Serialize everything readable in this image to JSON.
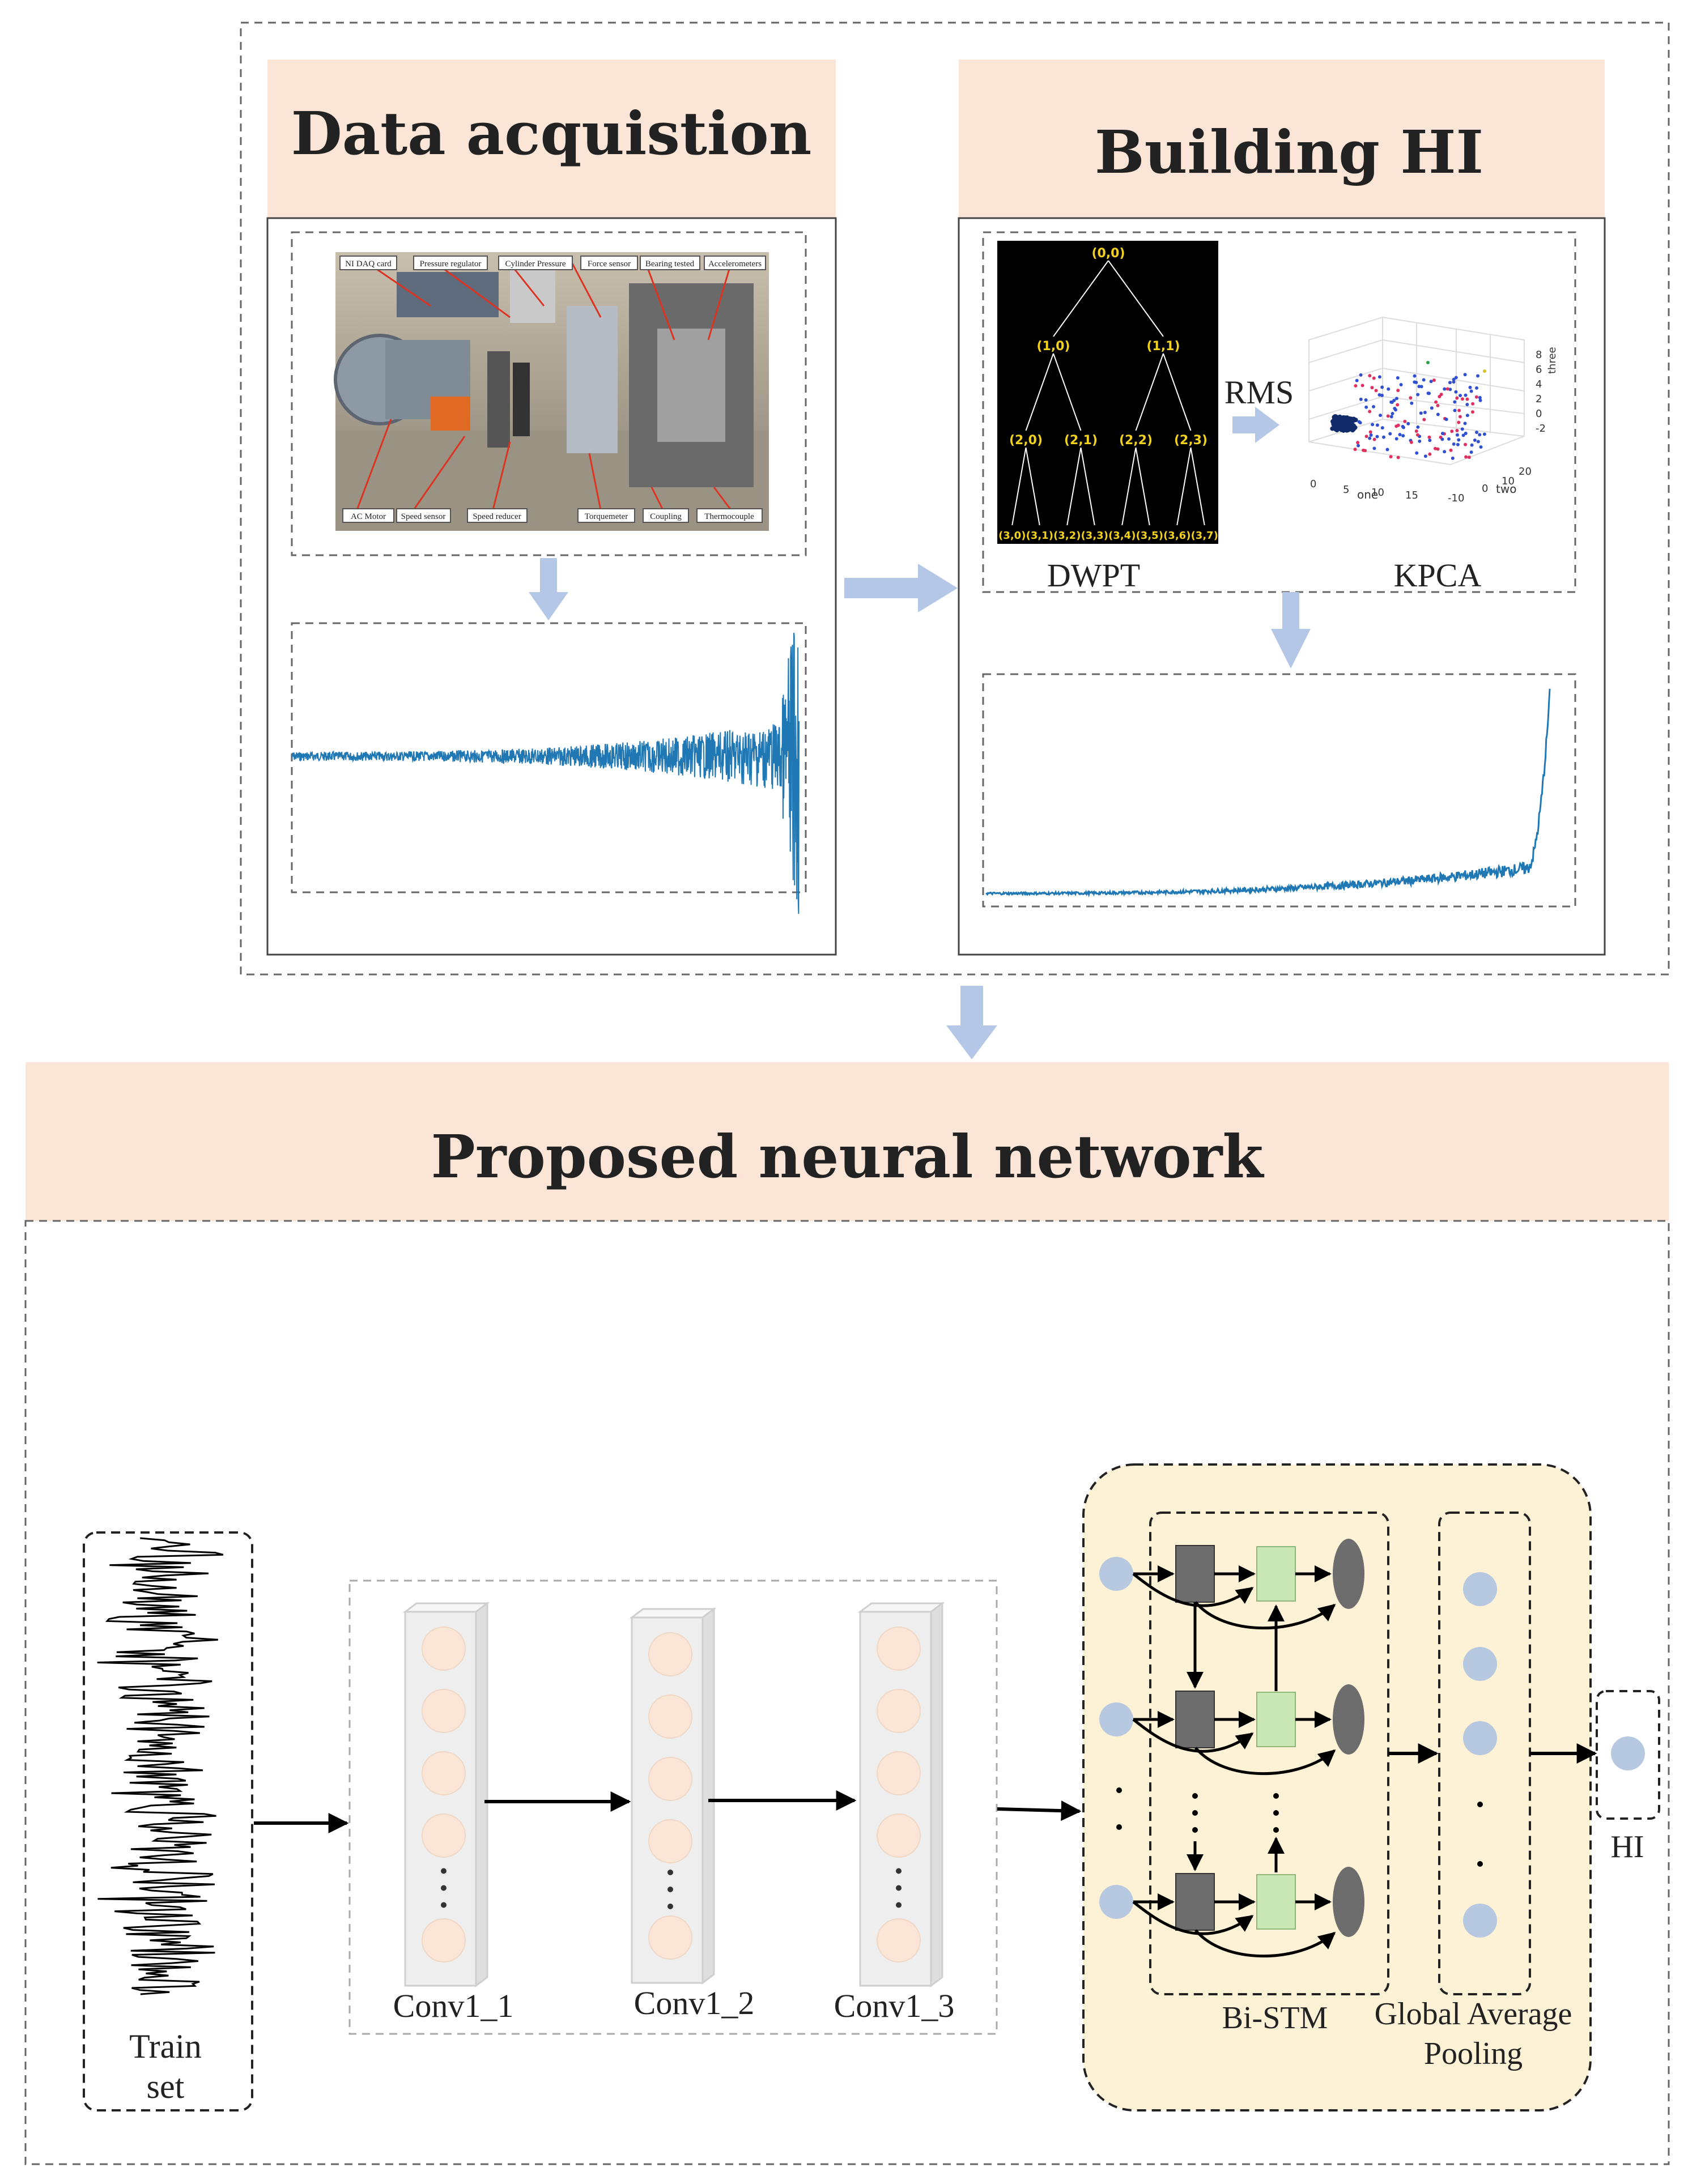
{
  "headers": {
    "data_acquisition": "Data acquistion",
    "building_hi": "Building HI",
    "proposed_nn": "Proposed neural network"
  },
  "photo_labels": {
    "top": [
      "NI DAQ card",
      "Pressure regulator",
      "Cylinder Pressure",
      "Force sensor",
      "Bearing tested",
      "Accelerometers"
    ],
    "bottom": [
      "AC Motor",
      "Speed sensor",
      "Speed reducer",
      "Torquemeter",
      "Coupling",
      "Thermocouple"
    ]
  },
  "dwpt": {
    "label": "DWPT",
    "level0": [
      "(0,0)"
    ],
    "level1": [
      "(1,0)",
      "(1,1)"
    ],
    "level2": [
      "(2,0)",
      "(2,1)",
      "(2,2)",
      "(2,3)"
    ],
    "level3": [
      "(3,0)",
      "(3,1)",
      "(3,2)",
      "(3,3)",
      "(3,4)",
      "(3,5)",
      "(3,6)",
      "(3,7)"
    ]
  },
  "rms_label": "RMS",
  "kpca": {
    "label": "KPCA",
    "axis_one": "one",
    "axis_two": "two",
    "axis_three": "three",
    "x_ticks": [
      "0",
      "5",
      "10",
      "15"
    ],
    "y_ticks": [
      "-10",
      "0",
      "10",
      "20"
    ],
    "z_ticks": [
      "8",
      "6",
      "4",
      "2",
      "0",
      "-2"
    ]
  },
  "network": {
    "train_set": [
      "Train",
      "set"
    ],
    "conv_layers": [
      "Conv1_1",
      "Conv1_2",
      "Conv1_3"
    ],
    "dots": ". . .",
    "bistm": "Bi-STM",
    "gap": [
      "Global Average",
      "Pooling"
    ],
    "hi": "HI"
  },
  "colors": {
    "header_fill": "#fbe5d6",
    "signal_blue": "#1f77b4",
    "arrow_blue": "#b4c7e7",
    "conv_node": "#fbe5d6",
    "lstm_panel": "#fdf2d6",
    "input_node": "#b7c9e0",
    "gray_block": "#6d6d6d",
    "green_block": "#c9e6b5"
  }
}
